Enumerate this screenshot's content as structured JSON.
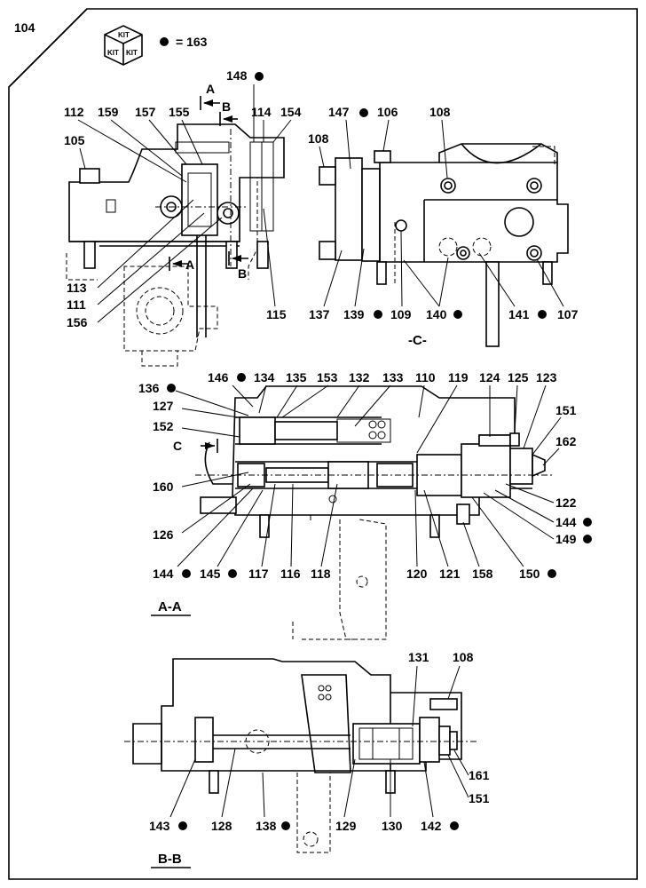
{
  "assembly_number": "104",
  "kit": {
    "box_text": "KIT",
    "equals": "= 163"
  },
  "views": {
    "c": "-C-",
    "aa": "A-A",
    "bb": "B-B"
  },
  "cut_marks": {
    "a": "A",
    "b": "B",
    "c": "C"
  },
  "callouts": {
    "top_left": [
      "148",
      "112",
      "159",
      "157",
      "155",
      "114",
      "154",
      "105",
      "113",
      "111",
      "156",
      "115"
    ],
    "top_right": [
      "147",
      "106",
      "108",
      "108",
      "137",
      "139",
      "109",
      "140",
      "141",
      "107"
    ],
    "middle": [
      "146",
      "134",
      "135",
      "153",
      "132",
      "133",
      "110",
      "119",
      "124",
      "125",
      "123",
      "136",
      "127",
      "151",
      "152",
      "162",
      "160",
      "122",
      "144",
      "149",
      "126",
      "150",
      "144",
      "145",
      "117",
      "116",
      "118",
      "120",
      "121",
      "158"
    ],
    "bottom": [
      "131",
      "108",
      "161",
      "151",
      "143",
      "128",
      "138",
      "129",
      "130",
      "142"
    ]
  },
  "colors": {
    "line": "#000000",
    "background": "#ffffff"
  }
}
